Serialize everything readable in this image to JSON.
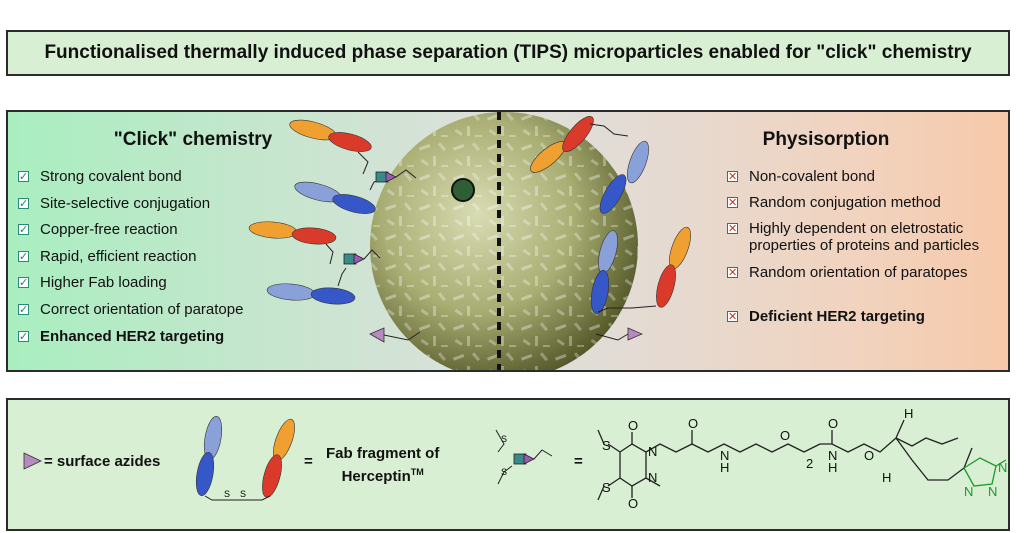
{
  "title": "Functionalised thermally induced phase separation (TIPS) microparticles enabled for \"click\" chemistry",
  "click": {
    "heading": "\"Click\" chemistry",
    "items": [
      {
        "text": "Strong covalent bond",
        "bold": false
      },
      {
        "text": "Site-selective conjugation",
        "bold": false
      },
      {
        "text": "Copper-free reaction",
        "bold": false
      },
      {
        "text": "Rapid, efficient reaction",
        "bold": false
      },
      {
        "text": "Higher Fab loading",
        "bold": false
      },
      {
        "text": "Correct orientation of paratope",
        "bold": false
      },
      {
        "text": "Enhanced HER2 targeting",
        "bold": true
      }
    ]
  },
  "physisorption": {
    "heading": "Physisorption",
    "items": [
      {
        "text": "Non-covalent bond",
        "bold": false
      },
      {
        "text": "Random conjugation method",
        "bold": false
      },
      {
        "text": "Highly dependent on eletrostatic properties of proteins and particles",
        "bold": false
      },
      {
        "text": "Random orientation of paratopes",
        "bold": false
      },
      {
        "text": "Deficient HER2 targeting",
        "bold": true
      }
    ]
  },
  "legend": {
    "azide_label": "= surface azides",
    "equals": "=",
    "fab_label_line1": "Fab fragment of",
    "fab_label_line2": "Herceptin",
    "trademark": "TM",
    "equals2": "=",
    "atoms": {
      "s": "S",
      "o": "O",
      "n": "N",
      "h": "H",
      "two": "2"
    }
  },
  "colors": {
    "title_bg": "#d9efd3",
    "panel_left": "#a9eec0",
    "panel_right": "#f6c9aa",
    "check": "#1d8a5a",
    "cross": "#c0392b",
    "triazole": "#1a9a2a",
    "azide": "#b78ac0",
    "fab_blue": "#3557c8",
    "fab_red": "#d93a2a",
    "fab_orange": "#f0a030"
  }
}
